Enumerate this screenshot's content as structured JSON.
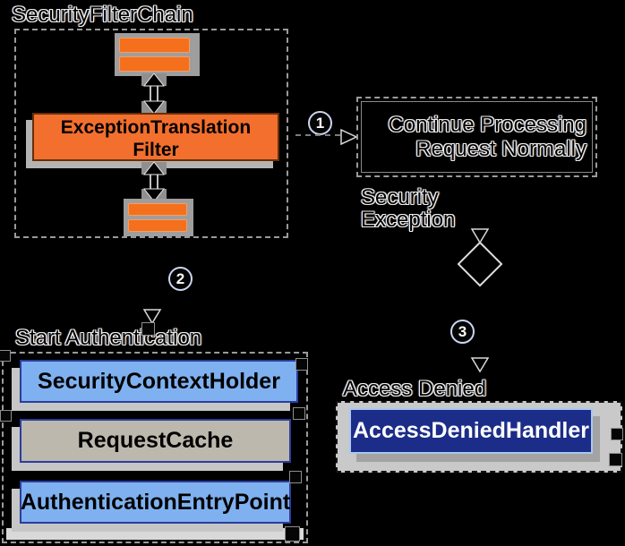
{
  "diagram": {
    "filter_chain": {
      "title": "SecurityFilterChain",
      "filter_line1": "ExceptionTranslation",
      "filter_line2": "Filter"
    },
    "continue_box": {
      "line1": "Continue Processing",
      "line2": "Request Normally"
    },
    "security_exception": {
      "line1": "Security",
      "line2": "Exception"
    },
    "start_authentication": {
      "title": "Start Authentication",
      "items": [
        "SecurityContextHolder",
        "RequestCache",
        "AuthenticationEntryPoint"
      ]
    },
    "access_denied": {
      "title": "Access Denied",
      "handler": "AccessDeniedHandler"
    },
    "steps": {
      "one": "1",
      "two": "2",
      "three": "3"
    }
  },
  "colors": {
    "background": "#000000",
    "orange": "#F36F2D",
    "orange_bar": "#F4701D",
    "orange_border": "#66300A",
    "bar_border": "#F89D62",
    "panel_gray": "#9E9E9E",
    "shadow_gray": "#B3B3B3",
    "light_blue": "#7FB1F0",
    "navy_border": "#2B3D9E",
    "tan": "#BDB8AD",
    "navy_fill": "#1B2D88",
    "navy_box_border": "#A9C9EE",
    "container_gray": "#C9C9C9"
  }
}
